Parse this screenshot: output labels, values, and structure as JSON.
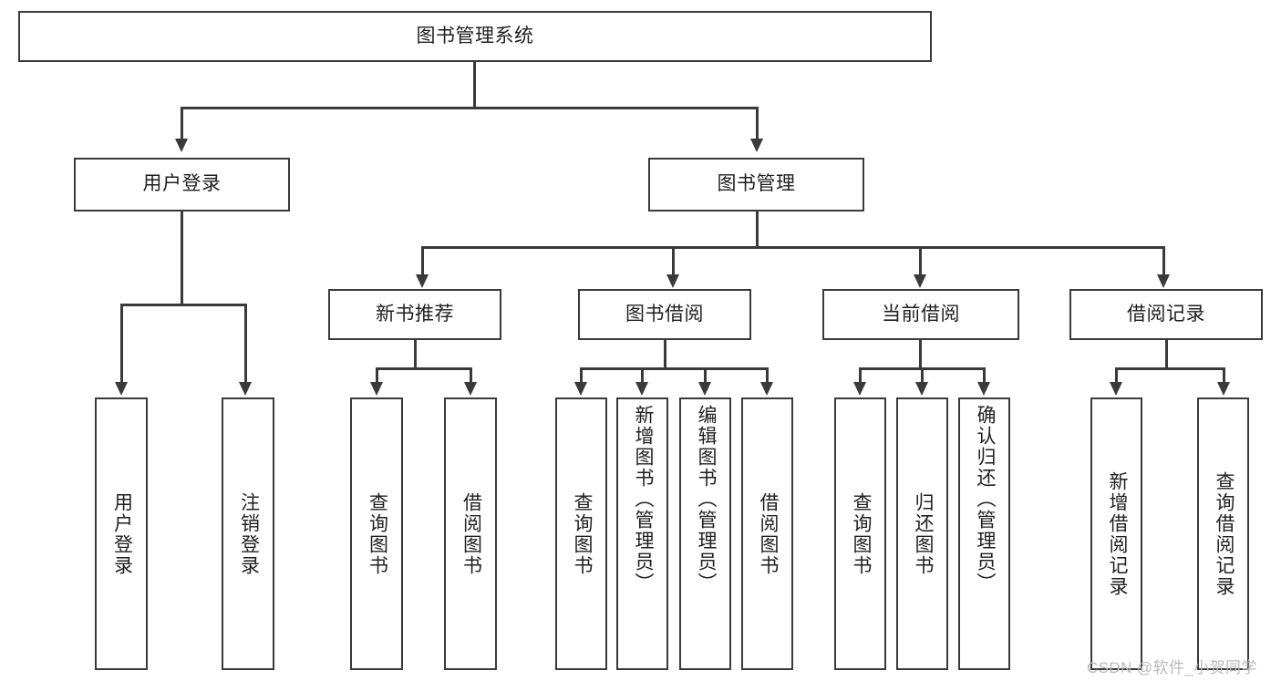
{
  "diagram": {
    "title": "图书管理系统",
    "type": "tree",
    "root": {
      "id": "root",
      "label": "图书管理系统",
      "orientation": "horizontal"
    },
    "level2": [
      {
        "id": "user-login",
        "label": "用户登录",
        "orientation": "horizontal"
      },
      {
        "id": "book-management",
        "label": "图书管理",
        "orientation": "horizontal"
      }
    ],
    "level3": [
      {
        "id": "new-book-recommend",
        "label": "新书推荐",
        "orientation": "horizontal",
        "parent": "book-management"
      },
      {
        "id": "book-borrow",
        "label": "图书借阅",
        "orientation": "horizontal",
        "parent": "book-management"
      },
      {
        "id": "current-borrow",
        "label": "当前借阅",
        "orientation": "horizontal",
        "parent": "book-management"
      },
      {
        "id": "borrow-record",
        "label": "借阅记录",
        "orientation": "horizontal",
        "parent": "book-management"
      }
    ],
    "leaves": {
      "user_login": [
        {
          "id": "leaf-user-login",
          "label": "用户登录",
          "orientation": "vertical"
        },
        {
          "id": "leaf-user-logout",
          "label": "注销登录",
          "orientation": "vertical"
        }
      ],
      "new_book_recommend": [
        {
          "id": "leaf-query-book-1",
          "label": "查询图书",
          "orientation": "vertical"
        },
        {
          "id": "leaf-borrow-book-1",
          "label": "借阅图书",
          "orientation": "vertical"
        }
      ],
      "book_borrow": [
        {
          "id": "leaf-query-book-2",
          "label": "查询图书",
          "orientation": "vertical"
        },
        {
          "id": "leaf-add-book",
          "label": "新增图书（管理员）",
          "orientation": "vertical"
        },
        {
          "id": "leaf-edit-book",
          "label": "编辑图书（管理员）",
          "orientation": "vertical"
        },
        {
          "id": "leaf-borrow-book-2",
          "label": "借阅图书",
          "orientation": "vertical"
        }
      ],
      "current_borrow": [
        {
          "id": "leaf-query-book-3",
          "label": "查询图书",
          "orientation": "vertical"
        },
        {
          "id": "leaf-return-book",
          "label": "归还图书",
          "orientation": "vertical"
        },
        {
          "id": "leaf-confirm-return",
          "label": "确认归还（管理员）",
          "orientation": "vertical"
        }
      ],
      "borrow_record": [
        {
          "id": "leaf-add-record",
          "label": "新增借阅记录",
          "orientation": "vertical"
        },
        {
          "id": "leaf-query-record",
          "label": "查询借阅记录",
          "orientation": "vertical"
        }
      ]
    },
    "colors": {
      "stroke": "#3a3a3a",
      "fill": "#ffffff",
      "text": "#1f1f1f",
      "watermark": "#b9b9b9"
    }
  },
  "watermark": {
    "text": "CSDN @软件_小贺同学"
  }
}
